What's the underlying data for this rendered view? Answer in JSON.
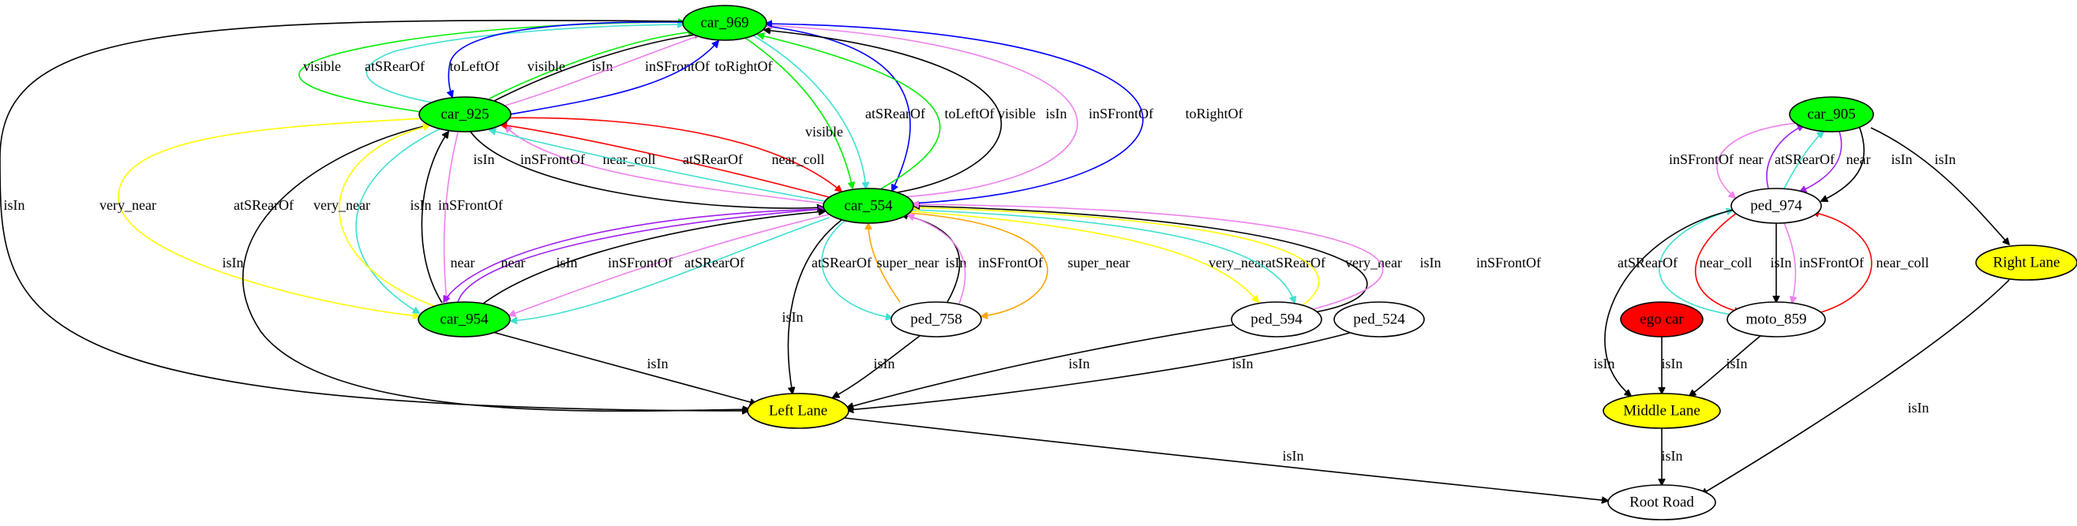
{
  "colors": {
    "car": "#00ff00",
    "lane": "#ffff00",
    "ego": "#ff0000",
    "plain": "#ffffff",
    "black": "#000000",
    "green": "#00ee00",
    "turquoise": "#40e0d0",
    "blue": "#0000ff",
    "violet": "#ee82ee",
    "red": "#ff0000",
    "yellow": "#ffff00",
    "purple": "#a020f0",
    "orange": "#ffa500"
  },
  "nodes": [
    {
      "id": "car_969",
      "label": "car_969",
      "fill": "car"
    },
    {
      "id": "car_925",
      "label": "car_925",
      "fill": "car"
    },
    {
      "id": "car_554",
      "label": "car_554",
      "fill": "car"
    },
    {
      "id": "car_954",
      "label": "car_954",
      "fill": "car"
    },
    {
      "id": "ped_758",
      "label": "ped_758",
      "fill": "plain"
    },
    {
      "id": "ped_594",
      "label": "ped_594",
      "fill": "plain"
    },
    {
      "id": "ped_524",
      "label": "ped_524",
      "fill": "plain"
    },
    {
      "id": "left_lane",
      "label": "Left Lane",
      "fill": "lane"
    },
    {
      "id": "root_road",
      "label": "Root Road",
      "fill": "plain"
    },
    {
      "id": "car_905",
      "label": "car_905",
      "fill": "car"
    },
    {
      "id": "ped_974",
      "label": "ped_974",
      "fill": "plain"
    },
    {
      "id": "right_lane",
      "label": "Right Lane",
      "fill": "lane"
    },
    {
      "id": "ego_car",
      "label": "ego car",
      "fill": "ego"
    },
    {
      "id": "moto_859",
      "label": "moto_859",
      "fill": "plain"
    },
    {
      "id": "middle_lane",
      "label": "Middle Lane",
      "fill": "lane"
    }
  ],
  "edges": [
    {
      "from": "car_925",
      "to": "car_969",
      "label": "visible",
      "color": "green"
    },
    {
      "from": "car_925",
      "to": "car_969",
      "label": "atSRearOf",
      "color": "turquoise"
    },
    {
      "from": "car_969",
      "to": "car_925",
      "label": "toLeftOf",
      "color": "blue"
    },
    {
      "from": "car_925",
      "to": "car_969",
      "label": "visible",
      "color": "green"
    },
    {
      "from": "car_925",
      "to": "car_969",
      "label": "isIn",
      "color": "black"
    },
    {
      "from": "car_925",
      "to": "car_969",
      "label": "inSFrontOf",
      "color": "violet"
    },
    {
      "from": "car_925",
      "to": "car_969",
      "label": "toRightOf",
      "color": "blue"
    },
    {
      "from": "car_969",
      "to": "car_554",
      "label": "visible",
      "color": "green"
    },
    {
      "from": "car_969",
      "to": "car_554",
      "label": "atSRearOf",
      "color": "turquoise"
    },
    {
      "from": "car_969",
      "to": "car_554",
      "label": "toLeftOf",
      "color": "blue"
    },
    {
      "from": "car_554",
      "to": "car_969",
      "label": "visible",
      "color": "green"
    },
    {
      "from": "car_554",
      "to": "car_969",
      "label": "isIn",
      "color": "black"
    },
    {
      "from": "car_554",
      "to": "car_969",
      "label": "inSFrontOf",
      "color": "violet"
    },
    {
      "from": "car_554",
      "to": "car_969",
      "label": "toRightOf",
      "color": "blue"
    },
    {
      "from": "car_969",
      "to": "left_lane",
      "label": "isIn",
      "color": "black"
    },
    {
      "from": "car_925",
      "to": "car_954",
      "label": "very_near",
      "color": "yellow"
    },
    {
      "from": "car_925",
      "to": "left_lane",
      "label": "isIn",
      "color": "black"
    },
    {
      "from": "car_925",
      "to": "car_954",
      "label": "atSRearOf",
      "color": "turquoise"
    },
    {
      "from": "car_954",
      "to": "car_925",
      "label": "very_near",
      "color": "yellow"
    },
    {
      "from": "car_954",
      "to": "car_925",
      "label": "isIn",
      "color": "black"
    },
    {
      "from": "car_925",
      "to": "car_954",
      "label": "inSFrontOf",
      "color": "violet"
    },
    {
      "from": "car_925",
      "to": "car_554",
      "label": "isIn",
      "color": "black"
    },
    {
      "from": "car_554",
      "to": "car_925",
      "label": "inSFrontOf",
      "color": "violet"
    },
    {
      "from": "car_554",
      "to": "car_925",
      "label": "near_coll",
      "color": "red"
    },
    {
      "from": "car_554",
      "to": "car_925",
      "label": "atSRearOf",
      "color": "turquoise"
    },
    {
      "from": "car_925",
      "to": "car_554",
      "label": "near_coll",
      "color": "red"
    },
    {
      "from": "car_554",
      "to": "car_954",
      "label": "near",
      "color": "purple"
    },
    {
      "from": "car_954",
      "to": "car_554",
      "label": "near",
      "color": "purple"
    },
    {
      "from": "car_954",
      "to": "car_554",
      "label": "isIn",
      "color": "black"
    },
    {
      "from": "car_554",
      "to": "car_954",
      "label": "inSFrontOf",
      "color": "violet"
    },
    {
      "from": "car_554",
      "to": "car_954",
      "label": "atSRearOf",
      "color": "turquoise"
    },
    {
      "from": "car_554",
      "to": "left_lane",
      "label": "isIn",
      "color": "black"
    },
    {
      "from": "car_554",
      "to": "ped_758",
      "label": "atSRearOf",
      "color": "turquoise"
    },
    {
      "from": "ped_758",
      "to": "car_554",
      "label": "super_near",
      "color": "orange"
    },
    {
      "from": "ped_758",
      "to": "car_554",
      "label": "isIn",
      "color": "black"
    },
    {
      "from": "ped_758",
      "to": "car_554",
      "label": "inSFrontOf",
      "color": "violet"
    },
    {
      "from": "car_554",
      "to": "ped_758",
      "label": "super_near",
      "color": "orange"
    },
    {
      "from": "car_554",
      "to": "ped_594",
      "label": "very_near",
      "color": "yellow"
    },
    {
      "from": "car_554",
      "to": "ped_594",
      "label": "atSRearOf",
      "color": "turquoise"
    },
    {
      "from": "ped_594",
      "to": "car_554",
      "label": "very_near",
      "color": "yellow"
    },
    {
      "from": "ped_594",
      "to": "car_554",
      "label": "isIn",
      "color": "black"
    },
    {
      "from": "ped_594",
      "to": "car_554",
      "label": "inSFrontOf",
      "color": "violet"
    },
    {
      "from": "car_954",
      "to": "left_lane",
      "label": "isIn",
      "color": "black"
    },
    {
      "from": "ped_758",
      "to": "left_lane",
      "label": "isIn",
      "color": "black"
    },
    {
      "from": "ped_594",
      "to": "left_lane",
      "label": "isIn",
      "color": "black"
    },
    {
      "from": "ped_524",
      "to": "left_lane",
      "label": "isIn",
      "color": "black"
    },
    {
      "from": "left_lane",
      "to": "root_road",
      "label": "isIn",
      "color": "black"
    },
    {
      "from": "car_905",
      "to": "ped_974",
      "label": "inSFrontOf",
      "color": "violet"
    },
    {
      "from": "ped_974",
      "to": "car_905",
      "label": "near",
      "color": "purple"
    },
    {
      "from": "ped_974",
      "to": "car_905",
      "label": "atSRearOf",
      "color": "turquoise"
    },
    {
      "from": "car_905",
      "to": "ped_974",
      "label": "near",
      "color": "purple"
    },
    {
      "from": "car_905",
      "to": "ped_974",
      "label": "isIn",
      "color": "black"
    },
    {
      "from": "car_905",
      "to": "right_lane",
      "label": "isIn",
      "color": "black"
    },
    {
      "from": "moto_859",
      "to": "ped_974",
      "label": "atSRearOf",
      "color": "turquoise"
    },
    {
      "from": "ped_974",
      "to": "moto_859",
      "label": "near_coll",
      "color": "red"
    },
    {
      "from": "ped_974",
      "to": "moto_859",
      "label": "isIn",
      "color": "black"
    },
    {
      "from": "ped_974",
      "to": "moto_859",
      "label": "inSFrontOf",
      "color": "violet"
    },
    {
      "from": "moto_859",
      "to": "ped_974",
      "label": "near_coll",
      "color": "red"
    },
    {
      "from": "ped_974",
      "to": "middle_lane",
      "label": "isIn",
      "color": "black"
    },
    {
      "from": "ego_car",
      "to": "middle_lane",
      "label": "isIn",
      "color": "black"
    },
    {
      "from": "moto_859",
      "to": "middle_lane",
      "label": "isIn",
      "color": "black"
    },
    {
      "from": "right_lane",
      "to": "root_road",
      "label": "isIn",
      "color": "black"
    },
    {
      "from": "middle_lane",
      "to": "root_road",
      "label": "isIn",
      "color": "black"
    }
  ]
}
